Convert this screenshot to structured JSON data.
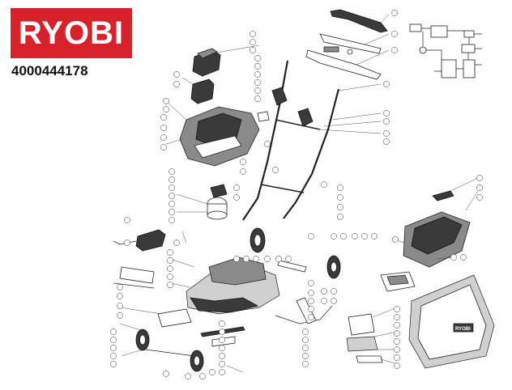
{
  "brand": {
    "logo_text": "RYOBI",
    "logo_color": "#d7222c",
    "part_number": "4000444178"
  },
  "diagram": {
    "type": "exploded-parts-diagram",
    "callout_color": "#333333"
  }
}
